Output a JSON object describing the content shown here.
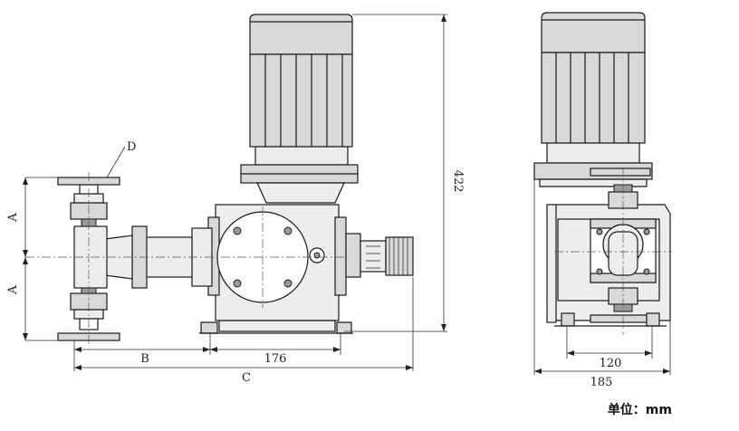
{
  "labels": {
    "A_top": "A",
    "A_bottom": "A",
    "B": "B",
    "C": "C",
    "D": "D",
    "dim_176": "176",
    "dim_422": "422",
    "dim_120": "120",
    "dim_185": "185",
    "unit": "单位：mm"
  },
  "colors": {
    "line": "#1a1a1a",
    "body_fill": "#d9d9d9",
    "light_fill": "#ededed"
  }
}
